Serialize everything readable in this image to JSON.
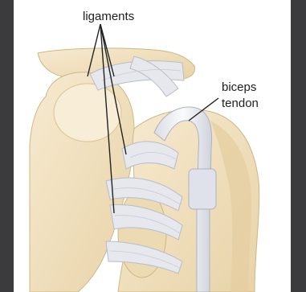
{
  "labels": {
    "ligaments": "ligaments",
    "biceps": "biceps",
    "tendon": "tendon"
  },
  "colors": {
    "background_frame": "#3b3b3d",
    "panel": "#ffffff",
    "bone": "#f3e3bf",
    "bone_shadow": "#e3cd9d",
    "ligament": "#e6e8ee",
    "ligament_line": "#b9bcc6",
    "tendon": "#eef0f4",
    "leader_line": "#222222"
  }
}
